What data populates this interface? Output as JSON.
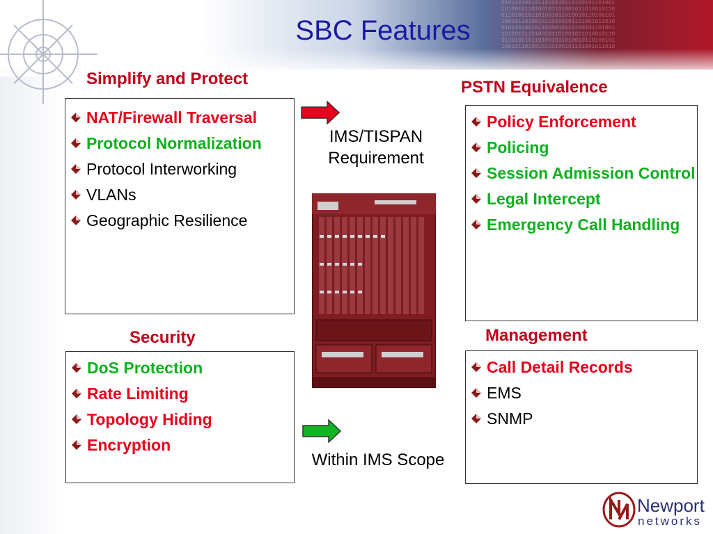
{
  "title": "SBC Features",
  "sections": {
    "simplify": {
      "heading": "Simplify and Protect",
      "items": [
        {
          "text": "NAT/Firewall Traversal",
          "style": "red"
        },
        {
          "text": "Protocol Normalization",
          "style": "green"
        },
        {
          "text": "Protocol Interworking",
          "style": "normal"
        },
        {
          "text": "VLANs",
          "style": "normal"
        },
        {
          "text": "Geographic Resilience",
          "style": "normal"
        }
      ]
    },
    "pstn": {
      "heading": "PSTN Equivalence",
      "items": [
        {
          "text": "Policy Enforcement",
          "style": "red"
        },
        {
          "text": "Policing",
          "style": "green"
        },
        {
          "text": "Session Admission Control",
          "style": "green"
        },
        {
          "text": "Legal Intercept",
          "style": "green"
        },
        {
          "text": "Emergency Call Handling",
          "style": "green"
        }
      ]
    },
    "security": {
      "heading": "Security",
      "items": [
        {
          "text": "DoS Protection",
          "style": "green"
        },
        {
          "text": "Rate Limiting",
          "style": "red"
        },
        {
          "text": "Topology Hiding",
          "style": "red"
        },
        {
          "text": "Encryption",
          "style": "red"
        }
      ]
    },
    "management": {
      "heading": "Management",
      "items": [
        {
          "text": "Call Detail Records",
          "style": "red"
        },
        {
          "text": "EMS",
          "style": "normal"
        },
        {
          "text": "SNMP",
          "style": "normal"
        }
      ]
    }
  },
  "legend": {
    "red_caption_line1": "IMS/TISPAN",
    "red_caption_line2": "Requirement",
    "green_caption": "Within IMS Scope"
  },
  "logo": {
    "name": "Newport",
    "sub": "networks"
  },
  "colors": {
    "title": "#1a1aa6",
    "heading": "#c0001a",
    "red": "#e8001c",
    "green": "#10b020"
  }
}
